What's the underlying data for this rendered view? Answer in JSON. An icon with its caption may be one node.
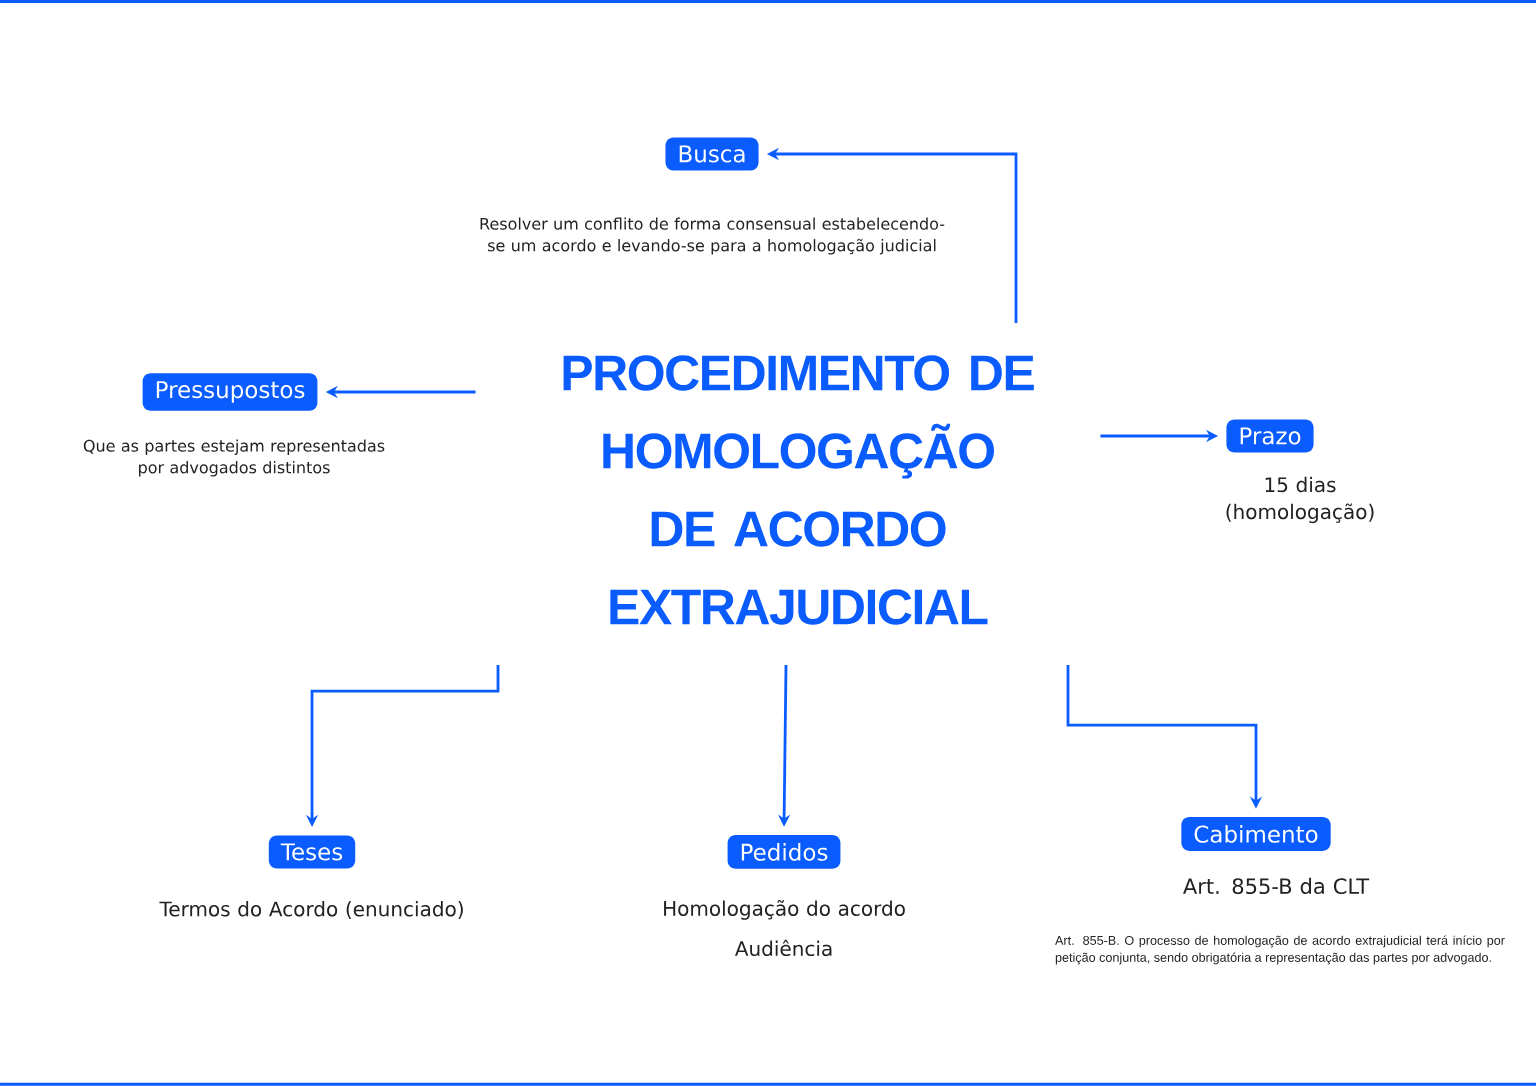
{
  "diagram": {
    "nodes": [
      {
        "text": [
          "PROCEDIMENTO DE HOMOLOGAÇÃO DE ACORDO EXTRAJUDICIAL"
        ]
      },
      {
        "text": [
          "Busca"
        ],
        "beside": [
          "Resolver um conflito de forma consensual estabelecendo-se um acordo e levando-se para a homologação judicial"
        ]
      },
      {
        "text": [
          "Pressupostos"
        ],
        "beside": [
          "Que as partes estejam representadas por advogados distintos"
        ]
      },
      {
        "text": [
          "Prazo"
        ],
        "beside": [
          "15 dias (homologação)"
        ]
      },
      {
        "text": [
          "Teses"
        ],
        "beside": [
          "Termos do Acordo (enunciado)"
        ]
      },
      {
        "text": [
          "Pedidos"
        ],
        "beside": [
          "Homologação do acordo",
          "Audiência"
        ]
      },
      {
        "text": [
          "Cabimento"
        ],
        "beside": [
          "Art. 855-B da CLT",
          "Art. 855-B. O processo de homologação de acordo extrajudicial terá início por petição conjunta, sendo obrigatória a representação das partes por advogado."
        ]
      }
    ],
    "edges": [
      {
        "from": 0,
        "to": 1,
        "arrow": "to"
      },
      {
        "from": 0,
        "to": 2,
        "arrow": "to"
      },
      {
        "from": 0,
        "to": 3,
        "arrow": "to"
      },
      {
        "from": 0,
        "to": 4,
        "arrow": "to"
      },
      {
        "from": 0,
        "to": 5,
        "arrow": "to"
      },
      {
        "from": 0,
        "to": 6,
        "arrow": "to"
      }
    ]
  }
}
